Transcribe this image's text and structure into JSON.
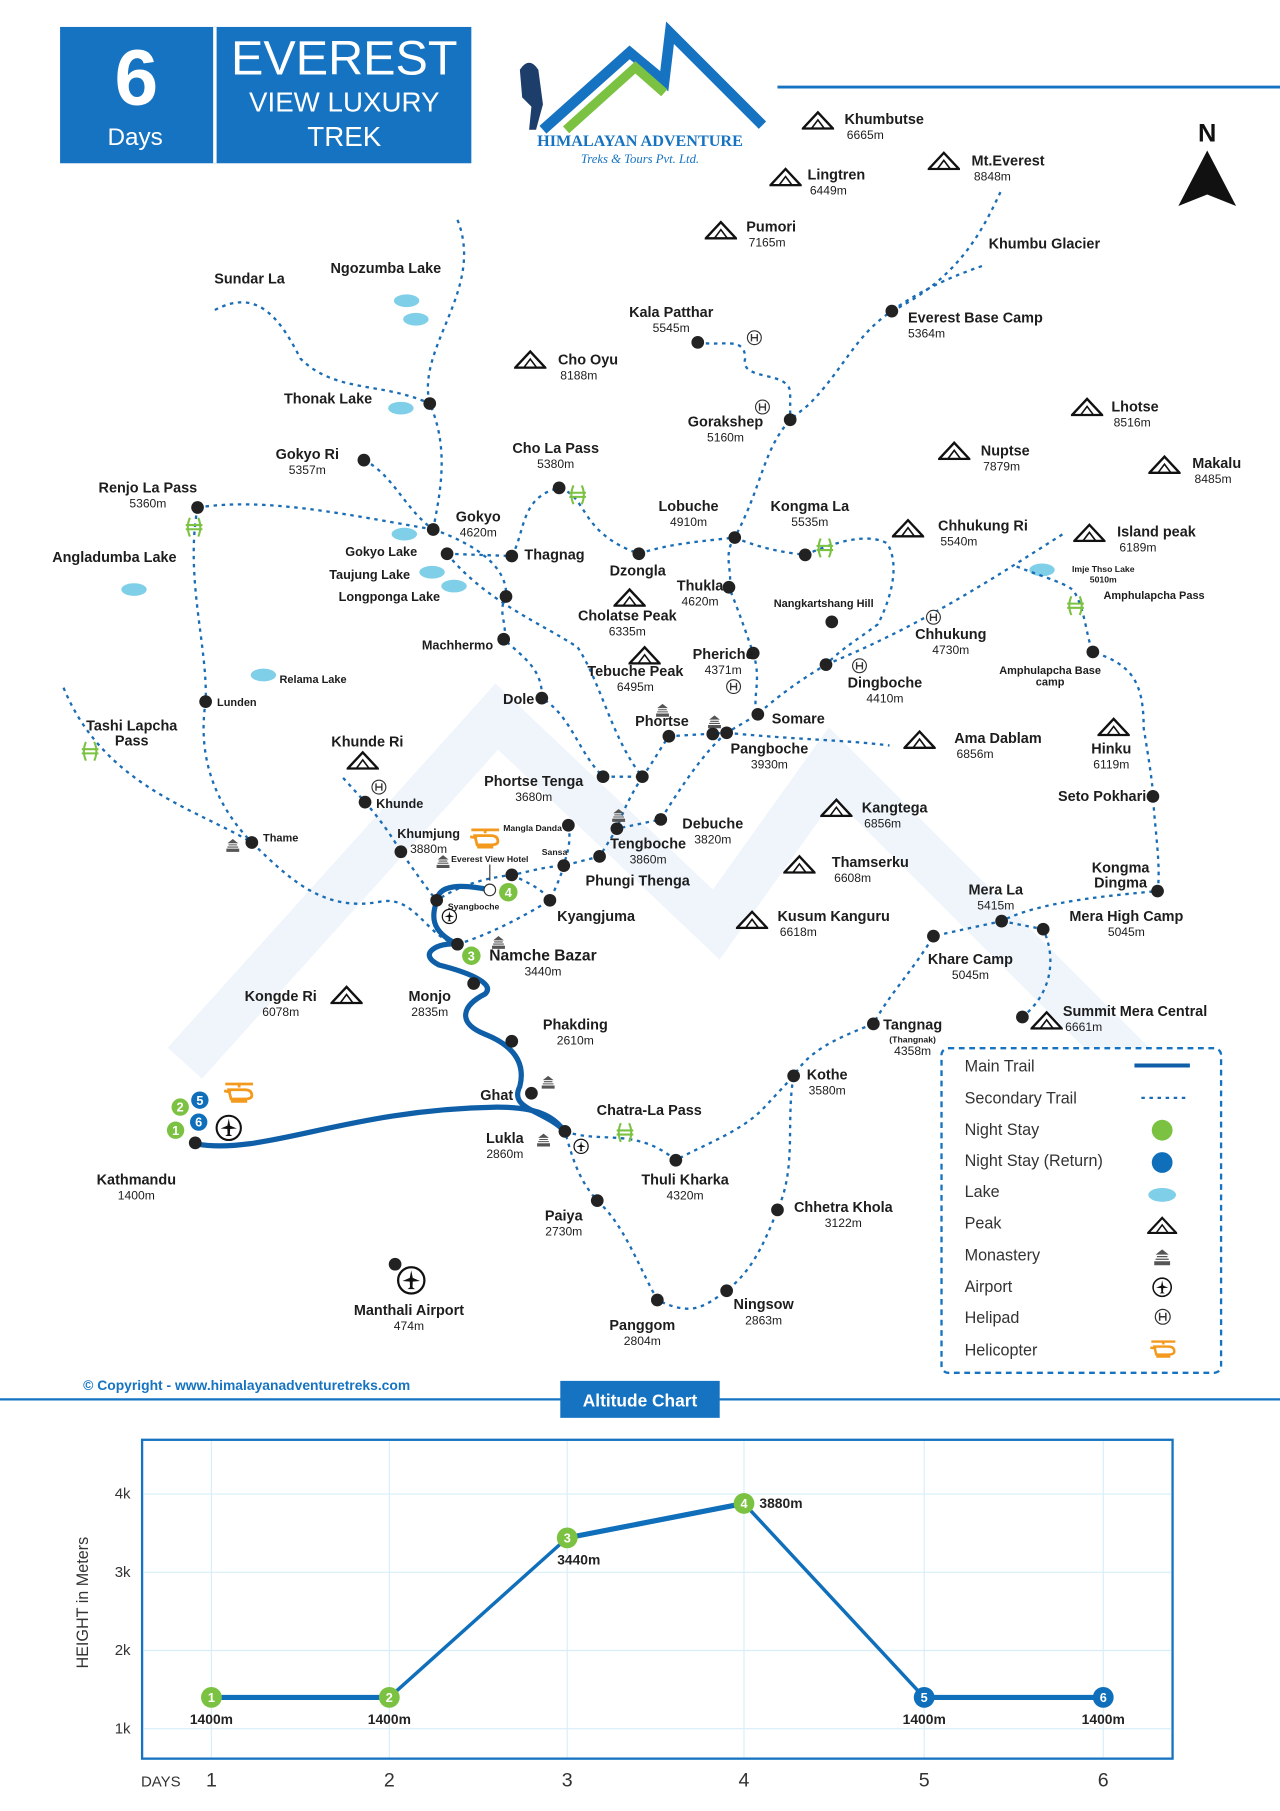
{
  "header": {
    "days_number": "6",
    "days_label": "Days",
    "title_line1": "EVEREST",
    "title_line2": "VIEW LUXURY",
    "title_line3": "TREK"
  },
  "logo": {
    "name": "HIMALAYAN ADVENTURE",
    "tagline": "Treks & Tours Pvt. Ltd."
  },
  "north_label": "N",
  "colors": {
    "brand_blue": "#1673c1",
    "night_stay": "#7cc242",
    "night_stay_return": "#0f6fba",
    "lake": "#7fcfe8",
    "helicopter": "#f39a1e"
  },
  "peaks": [
    {
      "name": "Khumbutse",
      "alt": "6665m"
    },
    {
      "name": "Lingtren",
      "alt": "6449m"
    },
    {
      "name": "Mt.Everest",
      "alt": "8848m"
    },
    {
      "name": "Pumori",
      "alt": "7165m"
    },
    {
      "name": "Cho Oyu",
      "alt": "8188m"
    },
    {
      "name": "Lhotse",
      "alt": "8516m"
    },
    {
      "name": "Nuptse",
      "alt": "7879m"
    },
    {
      "name": "Makalu",
      "alt": "8485m"
    },
    {
      "name": "Island peak",
      "alt": "6189m"
    },
    {
      "name": "Chhukung Ri",
      "alt": "5540m"
    },
    {
      "name": "Cholatse Peak",
      "alt": "6335m"
    },
    {
      "name": "Tebuche Peak",
      "alt": "6495m"
    },
    {
      "name": "Ama Dablam",
      "alt": "6856m"
    },
    {
      "name": "Hinku",
      "alt": "6119m"
    },
    {
      "name": "Kangtega",
      "alt": "6856m"
    },
    {
      "name": "Thamserku",
      "alt": "6608m"
    },
    {
      "name": "Kusum Kanguru",
      "alt": "6618m"
    },
    {
      "name": "Khunde Ri",
      "alt": ""
    },
    {
      "name": "Kongde Ri",
      "alt": "6078m"
    },
    {
      "name": "Summit Mera Central",
      "alt": "6661m"
    }
  ],
  "stops": [
    {
      "name": "Kala Patthar",
      "alt": "5545m"
    },
    {
      "name": "Everest Base Camp",
      "alt": "5364m"
    },
    {
      "name": "Gorakshep",
      "alt": "5160m"
    },
    {
      "name": "Gokyo Ri",
      "alt": "5357m"
    },
    {
      "name": "Renjo La Pass",
      "alt": "5360m"
    },
    {
      "name": "Gokyo",
      "alt": "4620m"
    },
    {
      "name": "Cho La Pass",
      "alt": "5380m"
    },
    {
      "name": "Lobuche",
      "alt": "4910m"
    },
    {
      "name": "Kongma La",
      "alt": "5535m"
    },
    {
      "name": "Thagnag",
      "alt": ""
    },
    {
      "name": "Dzongla",
      "alt": ""
    },
    {
      "name": "Thukla",
      "alt": "4620m"
    },
    {
      "name": "Machhermo",
      "alt": ""
    },
    {
      "name": "Dole",
      "alt": ""
    },
    {
      "name": "Nangkartshang Hill",
      "alt": ""
    },
    {
      "name": "Pheriche",
      "alt": "4371m"
    },
    {
      "name": "Chhukung",
      "alt": "4730m"
    },
    {
      "name": "Dingboche",
      "alt": "4410m"
    },
    {
      "name": "Somare",
      "alt": ""
    },
    {
      "name": "Pangboche",
      "alt": "3930m"
    },
    {
      "name": "Phortse",
      "alt": ""
    },
    {
      "name": "Phortse Tenga",
      "alt": "3680m"
    },
    {
      "name": "Debuche",
      "alt": "3820m"
    },
    {
      "name": "Tengboche",
      "alt": "3860m"
    },
    {
      "name": "Phungi Thenga",
      "alt": ""
    },
    {
      "name": "Mangla Danda",
      "alt": ""
    },
    {
      "name": "Sansa",
      "alt": ""
    },
    {
      "name": "Khunde",
      "alt": ""
    },
    {
      "name": "Khumjung",
      "alt": "3880m"
    },
    {
      "name": "Everest View Hotel",
      "alt": ""
    },
    {
      "name": "Syangboche",
      "alt": ""
    },
    {
      "name": "Kyangjuma",
      "alt": ""
    },
    {
      "name": "Namche Bazar",
      "alt": "3440m"
    },
    {
      "name": "Monjo",
      "alt": "2835m"
    },
    {
      "name": "Phakding",
      "alt": "2610m"
    },
    {
      "name": "Ghat",
      "alt": ""
    },
    {
      "name": "Lukla",
      "alt": "2860m"
    },
    {
      "name": "Chatra-La Pass",
      "alt": ""
    },
    {
      "name": "Thuli Kharka",
      "alt": "4320m"
    },
    {
      "name": "Paiya",
      "alt": "2730m"
    },
    {
      "name": "Panggom",
      "alt": "2804m"
    },
    {
      "name": "Ningsow",
      "alt": "2863m"
    },
    {
      "name": "Chhetra Khola",
      "alt": "3122m"
    },
    {
      "name": "Kothe",
      "alt": "3580m"
    },
    {
      "name": "Tangnag",
      "sub": "(Thangnak)",
      "alt": "4358m"
    },
    {
      "name": "Khare Camp",
      "alt": "5045m"
    },
    {
      "name": "Mera La",
      "alt": "5415m"
    },
    {
      "name": "Mera High Camp",
      "alt": "5045m"
    },
    {
      "name": "Kongma Dingma",
      "alt": ""
    },
    {
      "name": "Seto Pokhari",
      "alt": ""
    },
    {
      "name": "Amphulapcha Base camp",
      "alt": ""
    },
    {
      "name": "Lunden",
      "alt": ""
    },
    {
      "name": "Thame",
      "alt": ""
    },
    {
      "name": "Tashi Lapcha Pass",
      "alt": ""
    },
    {
      "name": "Kathmandu",
      "alt": "1400m"
    },
    {
      "name": "Manthali Airport",
      "alt": "474m"
    },
    {
      "name": "Thonak Lake",
      "alt": ""
    },
    {
      "name": "Gokyo Lake",
      "alt": ""
    }
  ],
  "features": [
    {
      "name": "Sundar La",
      "alt": ""
    },
    {
      "name": "Ngozumba Lake",
      "alt": ""
    },
    {
      "name": "Khumbu Glacier",
      "alt": ""
    },
    {
      "name": "Angladumba Lake",
      "alt": ""
    },
    {
      "name": "Relama Lake",
      "alt": ""
    },
    {
      "name": "Taujung Lake",
      "alt": ""
    },
    {
      "name": "Longponga Lake",
      "alt": ""
    },
    {
      "name": "Imje Thso Lake",
      "alt": "5010m"
    },
    {
      "name": "Amphulapcha Pass",
      "alt": ""
    }
  ],
  "day_markers": [
    "1",
    "2",
    "3",
    "4",
    "5",
    "6"
  ],
  "legend": {
    "main_trail": "Main Trail",
    "secondary_trail": "Secondary Trail",
    "night_stay": "Night Stay",
    "night_stay_return": "Night Stay (Return)",
    "lake": "Lake",
    "peak": "Peak",
    "monastery": "Monastery",
    "airport": "Airport",
    "helipad": "Helipad",
    "helicopter": "Helicopter"
  },
  "copyright": "© Copyright - www.himalayanadventuretreks.com",
  "watermark": "HIMALAYAN ADVENTURE",
  "chart_data": {
    "type": "line",
    "title": "Altitude Chart",
    "xlabel": "DAYS",
    "ylabel": "HEIGHT in Meters",
    "categories": [
      "1",
      "2",
      "3",
      "4",
      "5",
      "6"
    ],
    "values": [
      1400,
      1400,
      3440,
      3880,
      1400,
      1400
    ],
    "data_labels": [
      "1400m",
      "1400m",
      "3440m",
      "3880m",
      "1400m",
      "1400m"
    ],
    "marker_type": [
      "night_stay",
      "night_stay",
      "night_stay",
      "night_stay",
      "night_stay_return",
      "night_stay_return"
    ],
    "yticks": [
      {
        "v": 1000,
        "label": "1k"
      },
      {
        "v": 2000,
        "label": "2k"
      },
      {
        "v": 3000,
        "label": "3k"
      },
      {
        "v": 4000,
        "label": "4k"
      }
    ],
    "ylim": [
      700,
      4800
    ],
    "grid": true
  }
}
